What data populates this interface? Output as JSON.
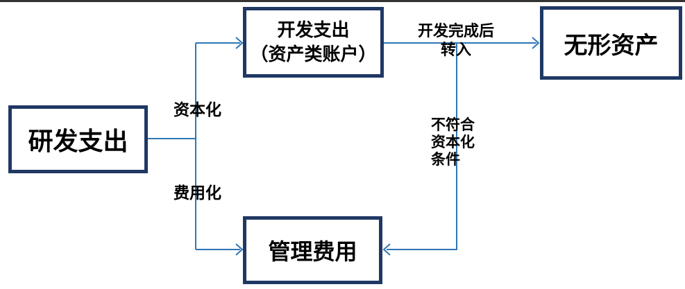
{
  "colors": {
    "box_border": "#1F3864",
    "arrow": "#2E75B6",
    "top_rule": "#333333",
    "text": "#000000"
  },
  "nodes": {
    "rnd": {
      "label": "研发支出"
    },
    "dev": {
      "line1": "开发支出",
      "line2": "（资产类账户）"
    },
    "intangible": {
      "label": "无形资产"
    },
    "admin": {
      "label": "管理费用"
    }
  },
  "edge_labels": {
    "capitalize": "资本化",
    "expense": "费用化",
    "transfer_line1": "开发完成后",
    "transfer_line2": "转入",
    "not_meet_line1": "不符合",
    "not_meet_line2": "资本化",
    "not_meet_line3": "条件"
  }
}
